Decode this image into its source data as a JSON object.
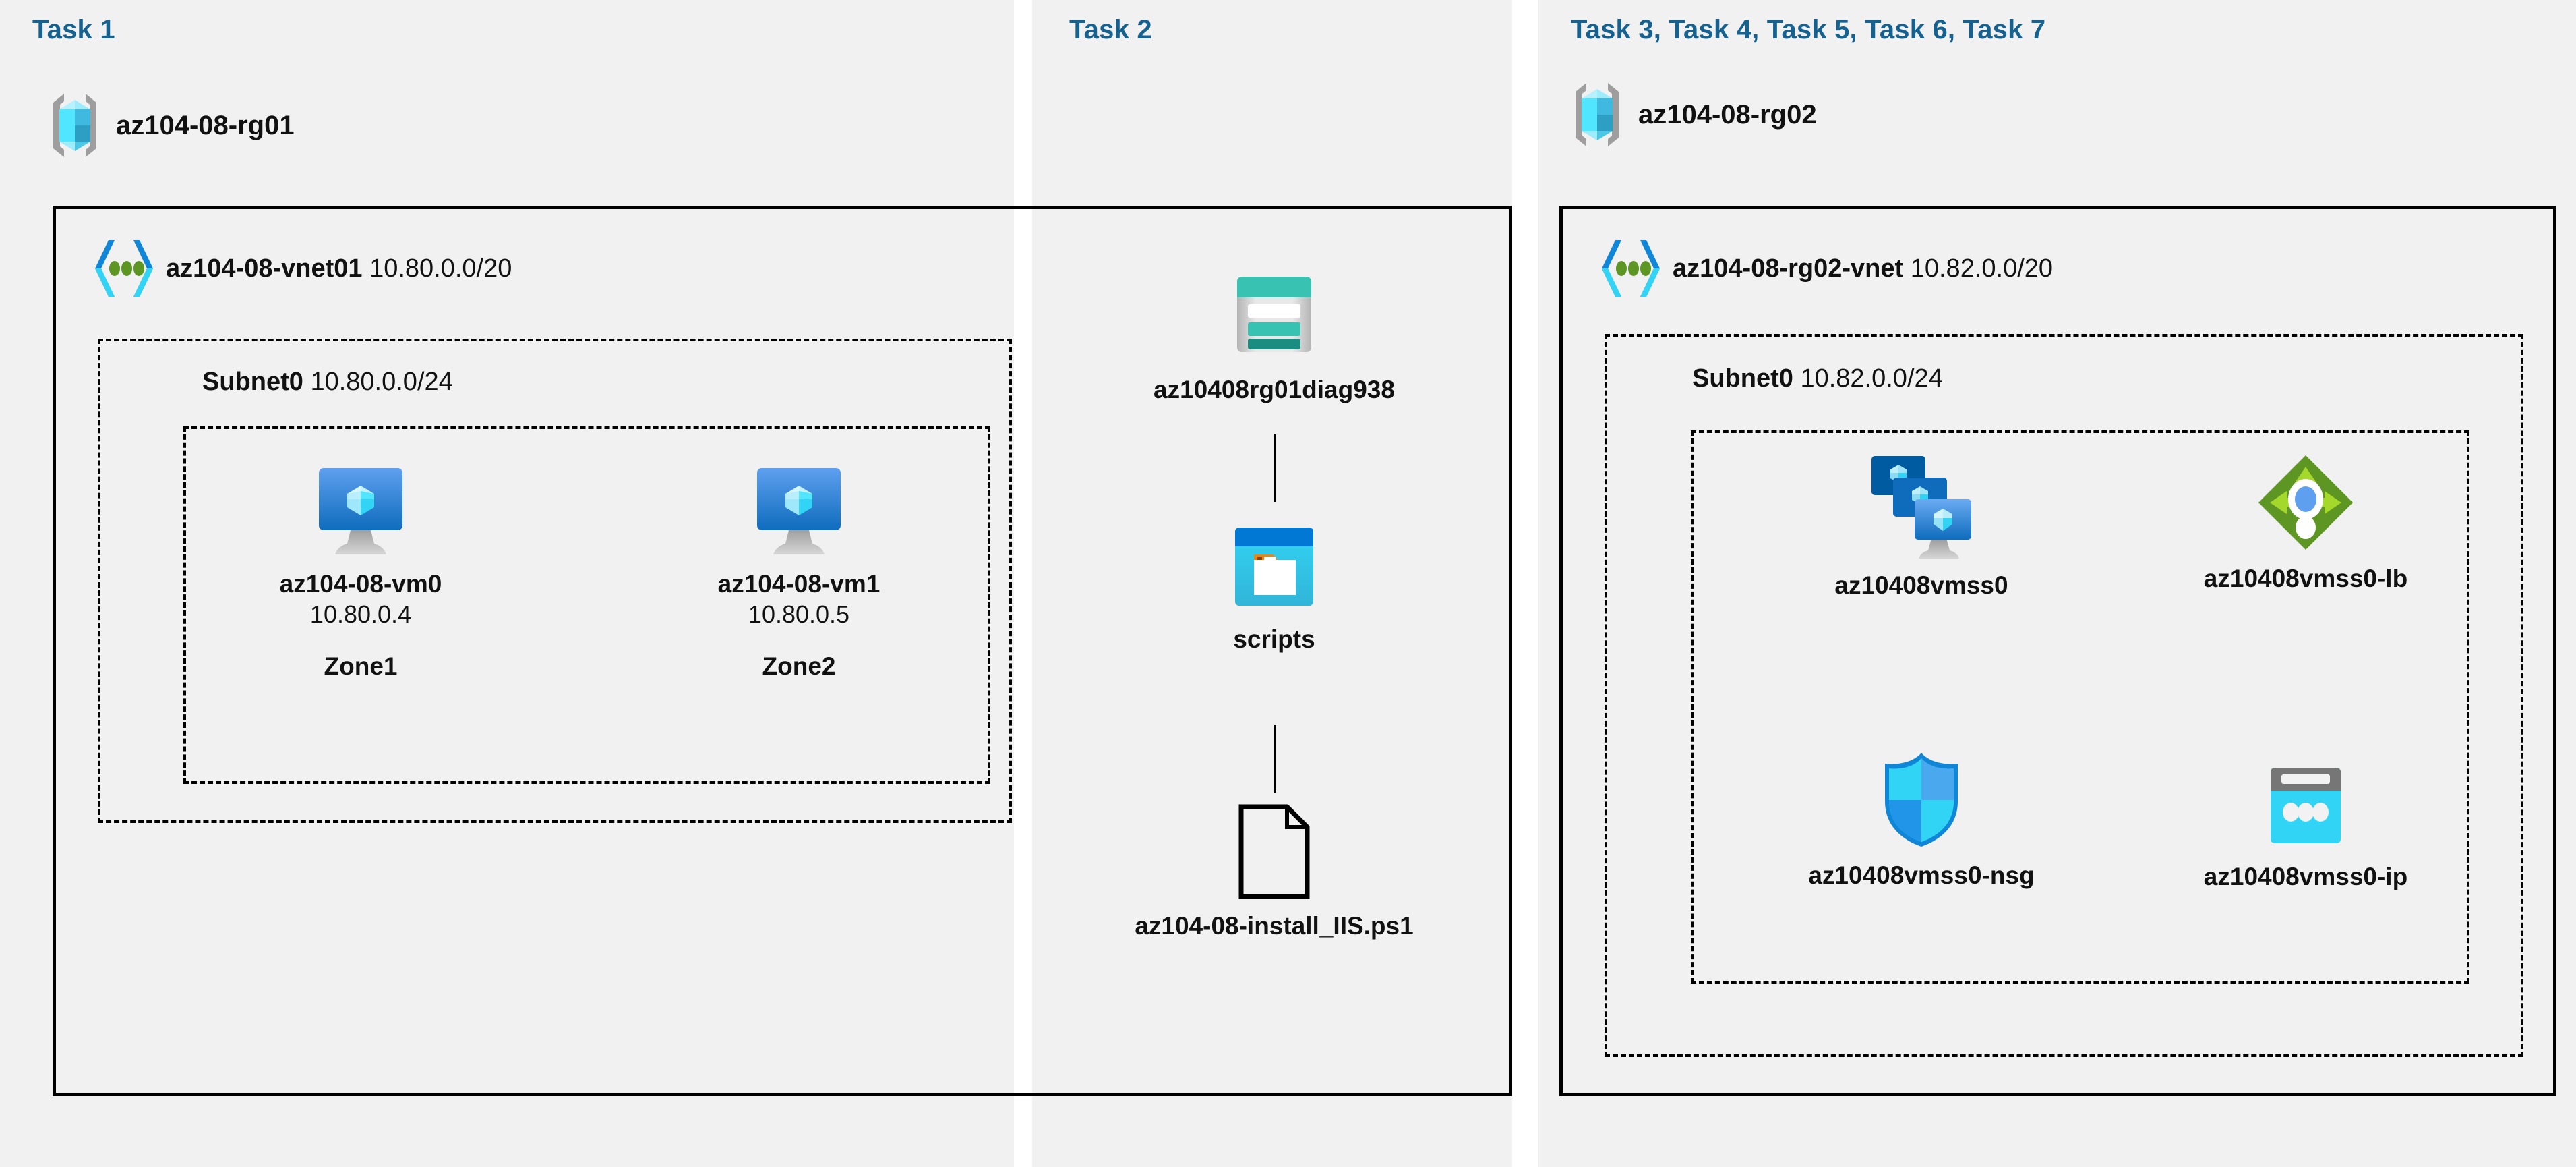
{
  "columns": [
    {
      "title": "Task 1"
    },
    {
      "title": "Task 2"
    },
    {
      "title": "Task 3, Task 4, Task 5, Task 6, Task 7"
    }
  ],
  "accent_color": "#15618f",
  "panel_bg": "#f1f1f1",
  "task1": {
    "resource_group": {
      "name": "az104-08-rg01",
      "icon": "resource-group-icon"
    },
    "vnet": {
      "name": "az104-08-vnet01",
      "cidr": "10.80.0.0/20",
      "icon": "vnet-icon"
    },
    "subnet": {
      "name": "Subnet0",
      "cidr": "10.80.0.0/24"
    },
    "vms": [
      {
        "name": "az104-08-vm0",
        "ip": "10.80.0.4",
        "zone": "Zone1",
        "icon": "virtual-machine-icon"
      },
      {
        "name": "az104-08-vm1",
        "ip": "10.80.0.5",
        "zone": "Zone2",
        "icon": "virtual-machine-icon"
      }
    ]
  },
  "task2": {
    "storage_account": {
      "name": "az10408rg01diag938",
      "icon": "storage-account-icon"
    },
    "container": {
      "name": "scripts",
      "icon": "blob-container-icon"
    },
    "file": {
      "name": "az104-08-install_IIS.ps1",
      "icon": "file-icon"
    }
  },
  "task3": {
    "resource_group": {
      "name": "az104-08-rg02",
      "icon": "resource-group-icon"
    },
    "vnet": {
      "name": "az104-08-rg02-vnet",
      "cidr": "10.82.0.0/20",
      "icon": "vnet-icon"
    },
    "subnet": {
      "name": "Subnet0",
      "cidr": "10.82.0.0/24"
    },
    "resources": [
      {
        "name": "az10408vmss0",
        "icon": "vm-scale-set-icon"
      },
      {
        "name": "az10408vmss0-lb",
        "icon": "load-balancer-icon"
      },
      {
        "name": "az10408vmss0-nsg",
        "icon": "network-security-group-icon"
      },
      {
        "name": "az10408vmss0-ip",
        "icon": "public-ip-address-icon"
      }
    ]
  }
}
